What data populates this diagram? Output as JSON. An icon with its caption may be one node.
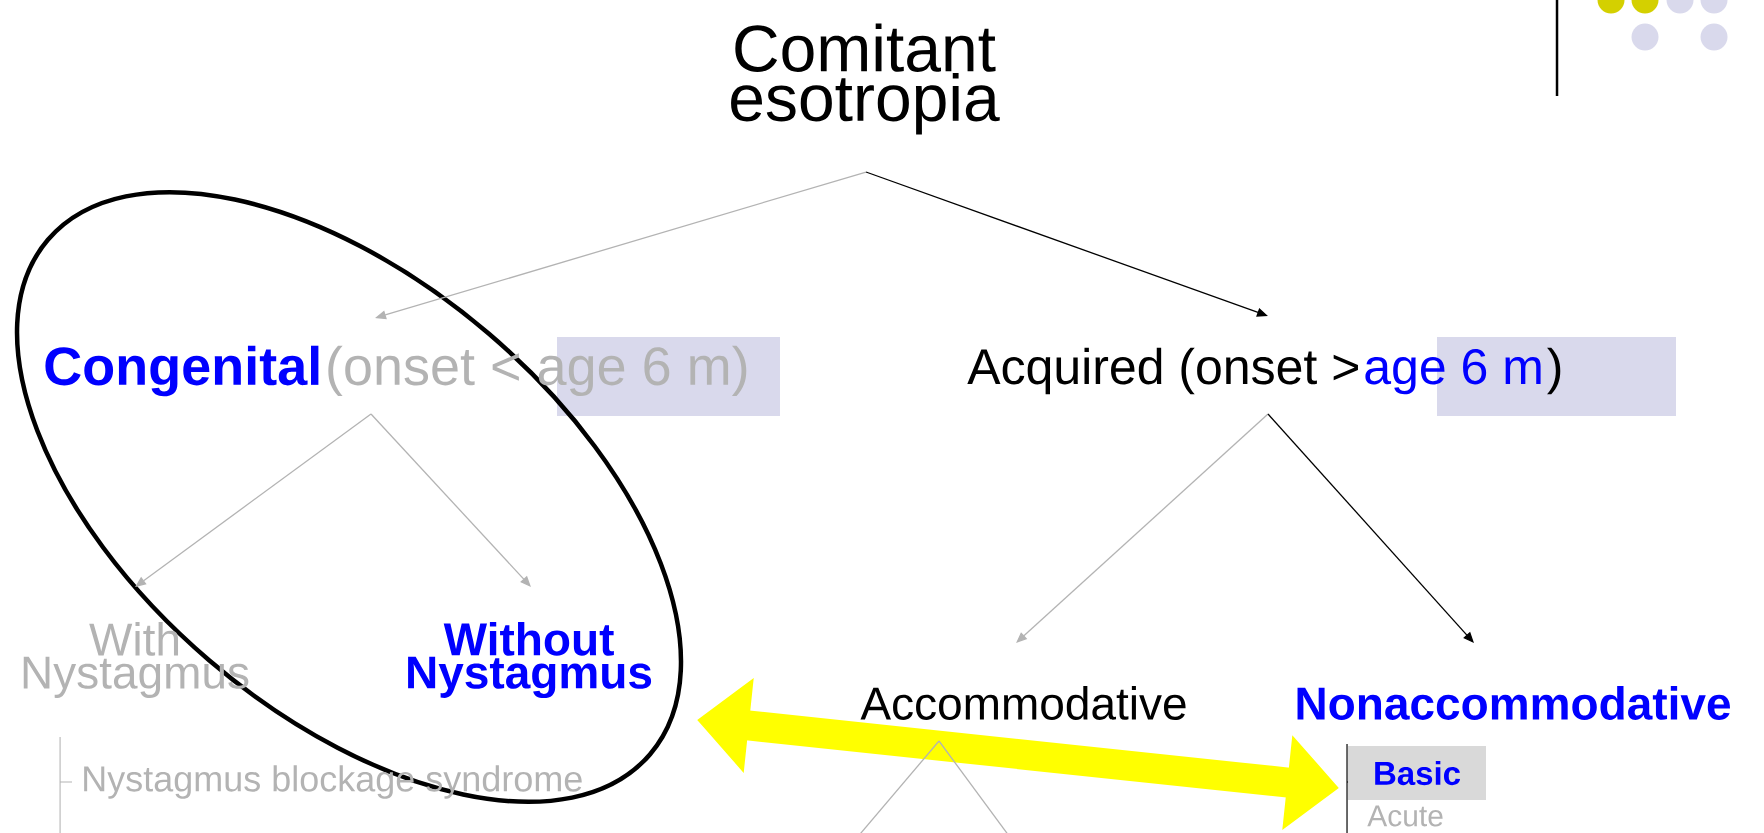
{
  "diagram": {
    "nodes": [
      {
        "text": [
          "Comitant esotropia"
        ]
      },
      {
        "text": [
          "Congenital",
          "(onset < age 6 m)"
        ]
      },
      {
        "text": [
          "Acquired (onset >",
          "age 6 m",
          ")"
        ]
      },
      {
        "text": [
          "With Nystagmus"
        ]
      },
      {
        "text": [
          "Without Nystagmus"
        ]
      },
      {
        "text": [
          "Accommodative"
        ]
      },
      {
        "text": [
          "Nonaccommodative"
        ]
      },
      {
        "text": [
          "Basic"
        ]
      }
    ],
    "edges": [
      {
        "from": 0,
        "to": 1,
        "arrow": "to"
      },
      {
        "from": 0,
        "to": 2,
        "arrow": "to",
        "color": "#000000"
      },
      {
        "from": 1,
        "to": 3,
        "arrow": "to"
      },
      {
        "from": 1,
        "to": 4,
        "arrow": "to"
      },
      {
        "from": 2,
        "to": 5,
        "arrow": "to"
      },
      {
        "from": 2,
        "to": 6,
        "arrow": "to",
        "color": "#000000"
      },
      {
        "from": null,
        "to": 7,
        "arrow": "both",
        "style": "thick",
        "color": "#ffff00"
      },
      {
        "from": 5,
        "to": null,
        "arrow": "none"
      },
      {
        "from": 5,
        "to": null,
        "arrow": "none"
      }
    ],
    "labels": [
      "Nystagmus blockage syndrome",
      "Acute"
    ]
  }
}
